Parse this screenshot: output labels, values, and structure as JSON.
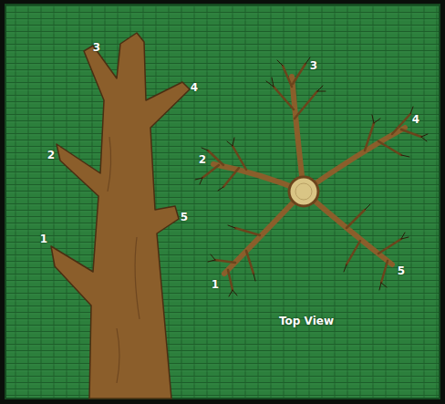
{
  "diagram": {
    "labels": [
      "3",
      "4",
      "2",
      "5",
      "1",
      "3",
      "4",
      "2",
      "1",
      "5",
      "Top View"
    ]
  }
}
